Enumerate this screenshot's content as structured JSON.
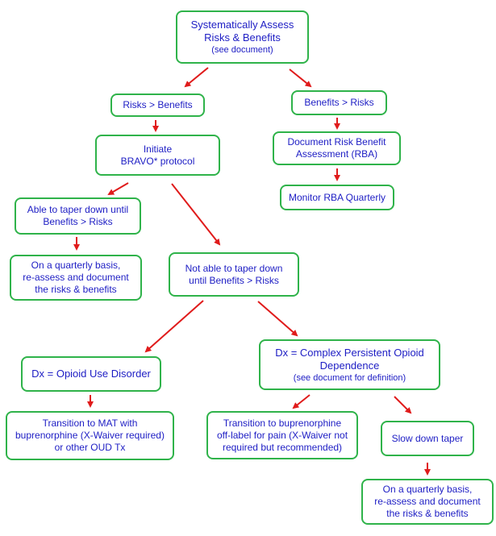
{
  "colors": {
    "box_border": "#2fb34a",
    "text": "#1d1dc4",
    "arrow": "#e01b1b",
    "background": "#ffffff"
  },
  "nodes": {
    "assess": {
      "line1": "Systematically Assess",
      "line2": "Risks & Benefits",
      "line3": "(see document)"
    },
    "risks_gt_benefits": {
      "line1": "Risks > Benefits"
    },
    "benefits_gt_risks": {
      "line1": "Benefits > Risks"
    },
    "initiate_bravo": {
      "line1": "Initiate",
      "line2": "BRAVO* protocol"
    },
    "document_rba": {
      "line1": "Document Risk Benefit",
      "line2": "Assessment (RBA)"
    },
    "monitor_rba": {
      "line1": "Monitor RBA Quarterly"
    },
    "able_to_taper": {
      "line1": "Able to taper down until",
      "line2": "Benefits > Risks"
    },
    "quarterly_left": {
      "line1": "On a quarterly basis,",
      "line2": "re-assess and document",
      "line3": "the risks & benefits"
    },
    "not_able_to_taper": {
      "line1": "Not able to taper down",
      "line2": "until Benefits > Risks"
    },
    "dx_oud": {
      "line1": "Dx = Opioid Use Disorder"
    },
    "dx_cpod": {
      "line1": "Dx = Complex Persistent Opioid",
      "line2": "Dependence",
      "line3": "(see document for definition)"
    },
    "transition_mat": {
      "line1": "Transition to MAT with",
      "line2": "buprenorphine (X-Waiver required)",
      "line3": "or other OUD Tx"
    },
    "transition_bup_offlabel": {
      "line1": "Transition to buprenorphine",
      "line2": "off-label for pain  (X-Waiver not",
      "line3": "required but recommended)"
    },
    "slow_taper": {
      "line1": "Slow down taper"
    },
    "quarterly_right": {
      "line1": "On a quarterly basis,",
      "line2": "re-assess and document",
      "line3": "the risks & benefits"
    }
  }
}
